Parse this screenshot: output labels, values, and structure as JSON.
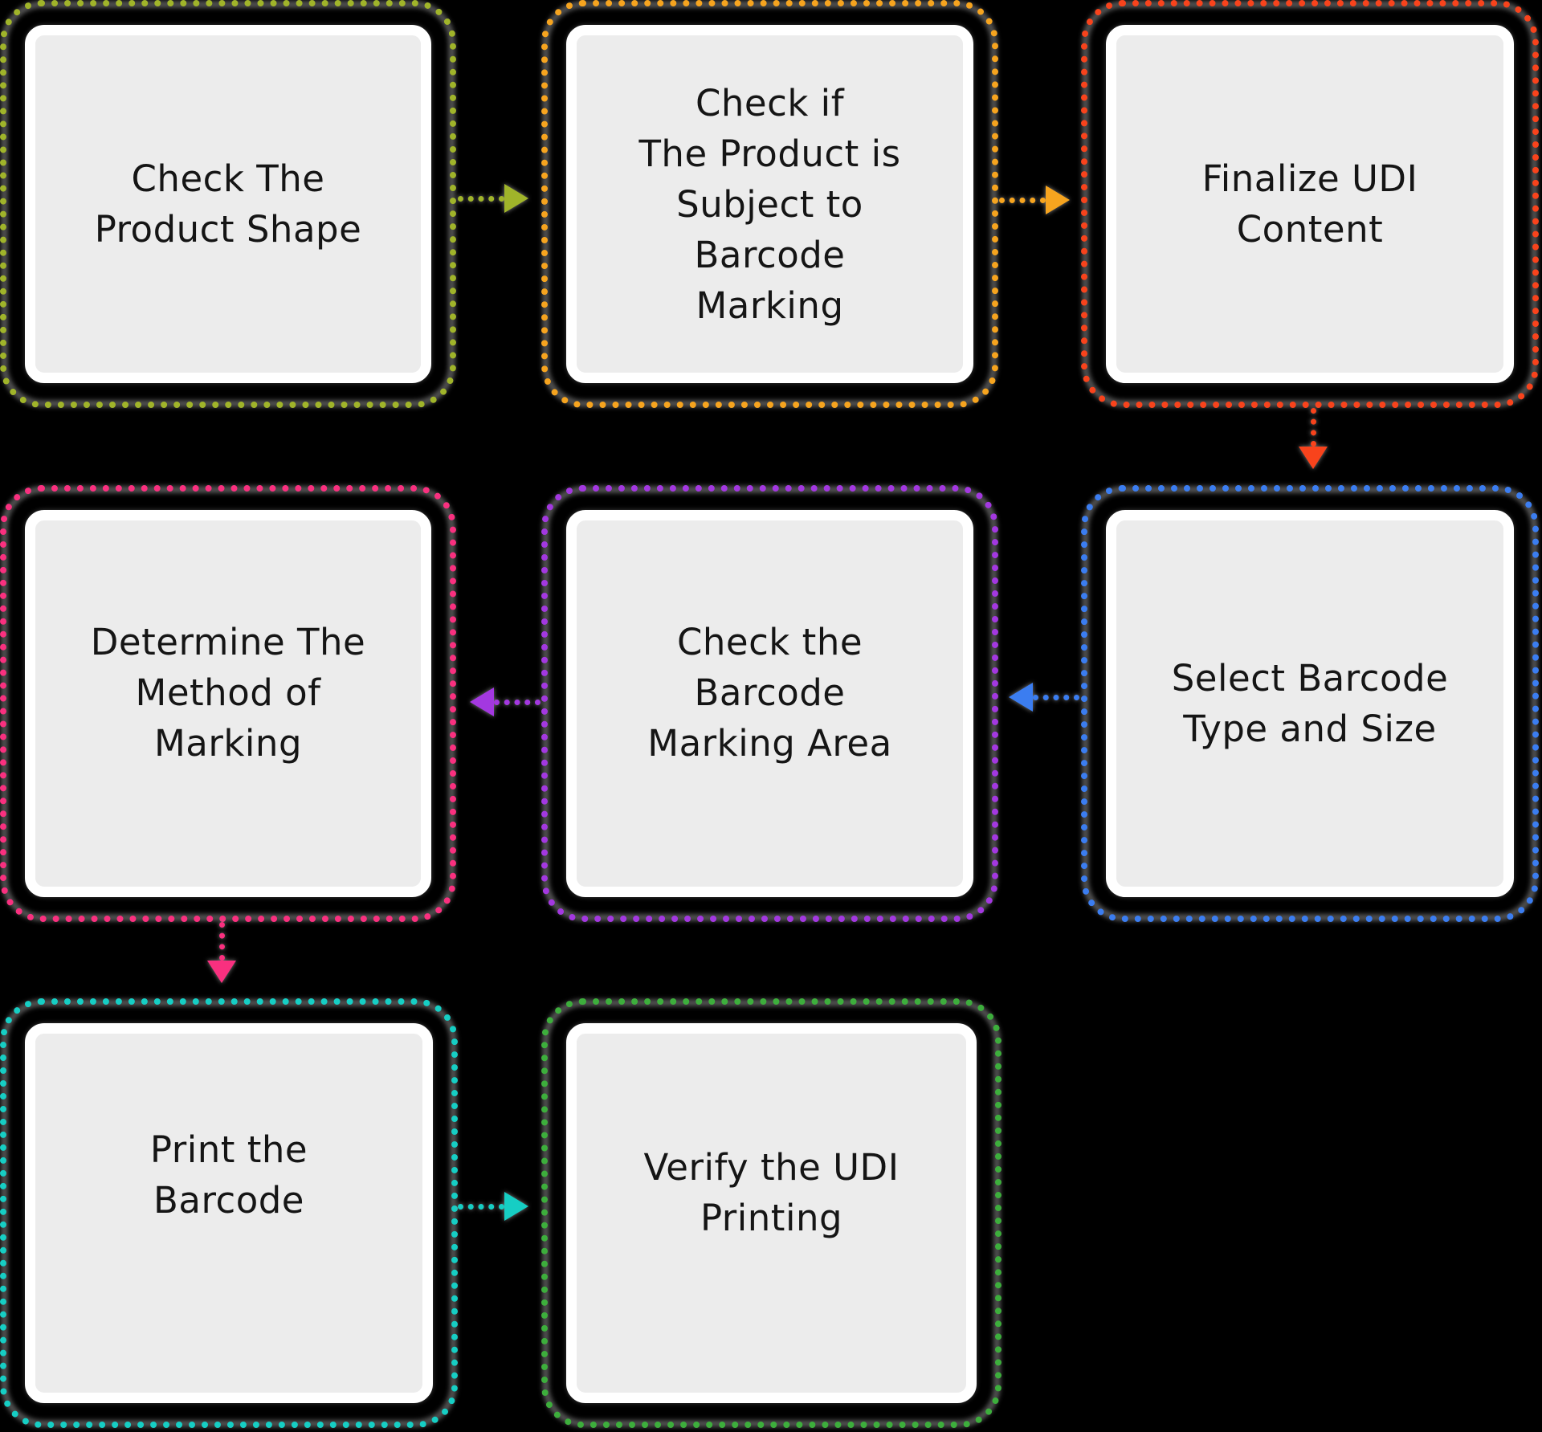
{
  "canvas": {
    "background": "#000000",
    "text_color": "#151515",
    "card_fill": "#ECECEC",
    "card_rim": "#FFFFFF"
  },
  "diagram": {
    "title": "UDI barcode marking process flowchart",
    "boxes": [
      {
        "id": "check-product-shape",
        "step": 1,
        "label": "Check The\nProduct Shape",
        "border_color": "#A0B42A"
      },
      {
        "id": "check-if-subject",
        "step": 2,
        "label": "Check if\nThe Product is\nSubject to\nBarcode\nMarking",
        "border_color": "#F6A41F"
      },
      {
        "id": "finalize-udi-content",
        "step": 3,
        "label": "Finalize UDI\nContent",
        "border_color": "#F8431C"
      },
      {
        "id": "select-barcode-type",
        "step": 4,
        "label": "Select Barcode\nType and Size",
        "border_color": "#3B7DF0"
      },
      {
        "id": "check-marking-area",
        "step": 5,
        "label": "Check the\nBarcode\nMarking Area",
        "border_color": "#A338E0"
      },
      {
        "id": "determine-method",
        "step": 6,
        "label": "Determine The\nMethod of\nMarking",
        "border_color": "#F9307F"
      },
      {
        "id": "print-barcode",
        "step": 7,
        "label": "Print the\nBarcode",
        "border_color": "#16CEC4"
      },
      {
        "id": "verify-udi-printing",
        "step": 8,
        "label": "Verify the UDI\nPrinting",
        "border_color": "#3DAE3C"
      }
    ],
    "arrows": [
      {
        "from": "check-product-shape",
        "to": "check-if-subject",
        "direction": "right",
        "color": "#A0B42A"
      },
      {
        "from": "check-if-subject",
        "to": "finalize-udi-content",
        "direction": "right",
        "color": "#F6A41F"
      },
      {
        "from": "finalize-udi-content",
        "to": "select-barcode-type",
        "direction": "down",
        "color": "#F8431C"
      },
      {
        "from": "select-barcode-type",
        "to": "check-marking-area",
        "direction": "left",
        "color": "#3B7DF0"
      },
      {
        "from": "check-marking-area",
        "to": "determine-method",
        "direction": "left",
        "color": "#A338E0"
      },
      {
        "from": "determine-method",
        "to": "print-barcode",
        "direction": "down",
        "color": "#F9307F"
      },
      {
        "from": "print-barcode",
        "to": "verify-udi-printing",
        "direction": "right",
        "color": "#16CEC4"
      }
    ]
  }
}
